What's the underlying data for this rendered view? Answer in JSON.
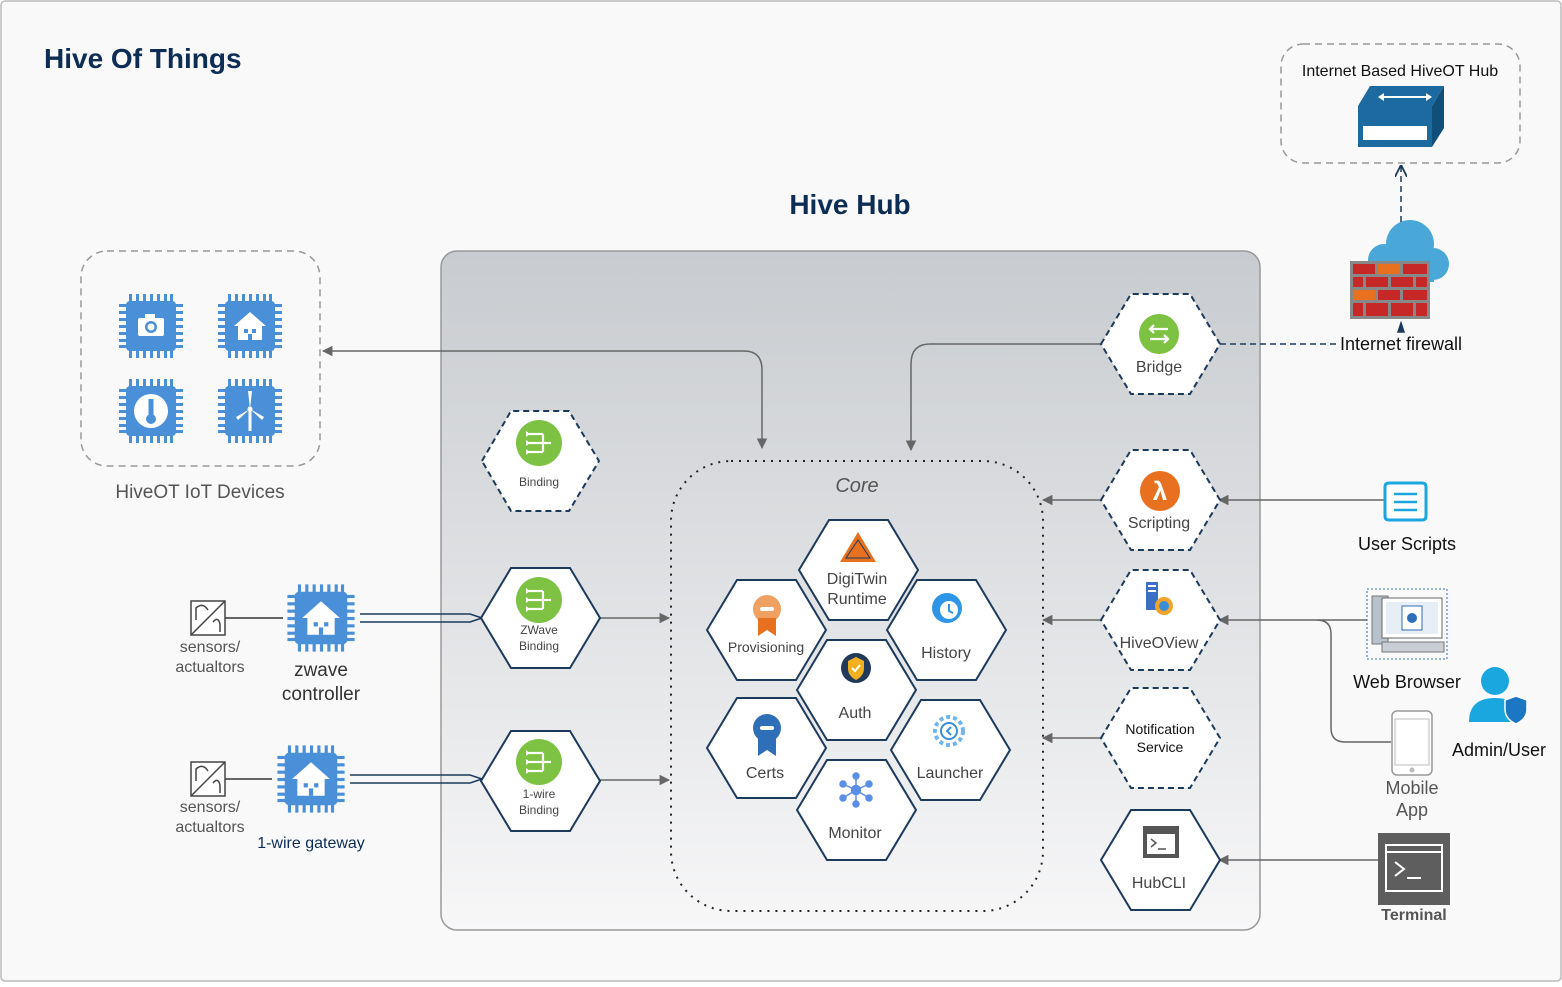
{
  "title": "Hive Of Things",
  "hub_title": "Hive Hub",
  "core_label": "Core",
  "iot_devices_label": "HiveOT IoT Devices",
  "internet_hub_label": "Internet Based HiveOT Hub",
  "firewall_label": "Internet firewall",
  "bindings": [
    {
      "line1": "Binding",
      "line2": ""
    },
    {
      "line1": "ZWave",
      "line2": "Binding"
    },
    {
      "line1": "1-wire",
      "line2": "Binding"
    }
  ],
  "core_services": {
    "digitwin": {
      "line1": "DigiTwin",
      "line2": "Runtime"
    },
    "provisioning": "Provisioning",
    "history": "History",
    "auth": "Auth",
    "certs": "Certs",
    "launcher": "Launcher",
    "monitor": "Monitor"
  },
  "right_services": {
    "bridge": "Bridge",
    "scripting": "Scripting",
    "hiveoview": "HiveOView",
    "notification": {
      "line1": "Notification",
      "line2": "Service"
    },
    "hubcli": "HubCLI"
  },
  "clients": {
    "user_scripts": "User Scripts",
    "web_browser": "Web Browser",
    "admin_user": "Admin/User",
    "mobile_app": {
      "line1": "Mobile",
      "line2": "App"
    },
    "terminal": "Terminal"
  },
  "gateways": {
    "zwave": {
      "line1": "zwave",
      "line2": "controller"
    },
    "onewire": "1-wire gateway",
    "sensors": {
      "line1": "sensors/",
      "line2": "actualtors"
    }
  },
  "colors": {
    "hex_border": "#1b3a5c",
    "binding_green": "#7dc242",
    "device_blue": "#4a90d9",
    "title_navy": "#0d2d55",
    "firewall_red": "#c62828",
    "cloud_blue": "#4aa8d8"
  }
}
